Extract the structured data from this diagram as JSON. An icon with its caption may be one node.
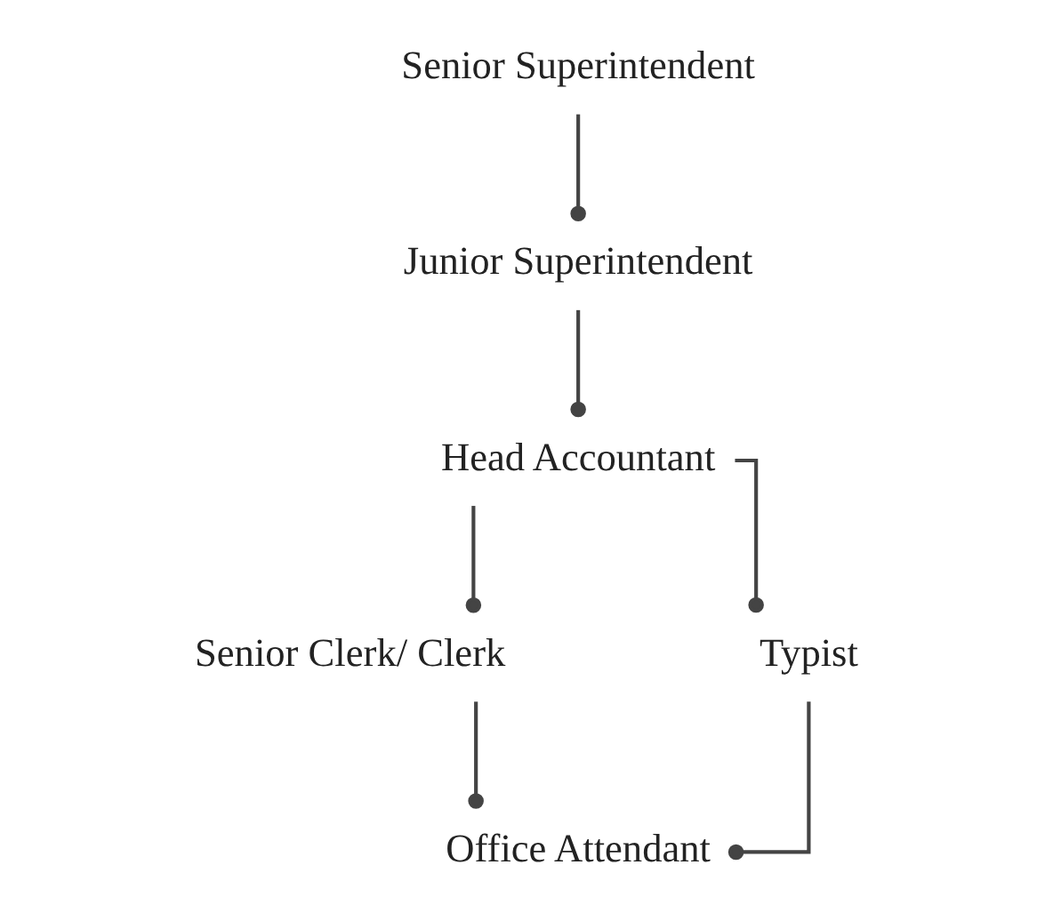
{
  "diagram": {
    "nodes": [
      {
        "text": [
          "Senior Superintendent"
        ]
      },
      {
        "text": [
          "Junior Superintendent"
        ]
      },
      {
        "text": [
          "Head Accountant"
        ]
      },
      {
        "text": [
          "Senior Clerk/ Clerk"
        ]
      },
      {
        "text": [
          "Typist"
        ]
      },
      {
        "text": [
          "Office Attendant"
        ]
      }
    ],
    "edges": [
      {
        "from": 0,
        "to": 1,
        "arrow": "other"
      },
      {
        "from": 1,
        "to": 2,
        "arrow": "other"
      },
      {
        "from": 2,
        "to": 3,
        "arrow": "other"
      },
      {
        "from": 2,
        "to": 4,
        "arrow": "other"
      },
      {
        "from": 3,
        "to": 5,
        "arrow": "other"
      },
      {
        "from": 4,
        "to": 5,
        "arrow": "other"
      }
    ]
  }
}
